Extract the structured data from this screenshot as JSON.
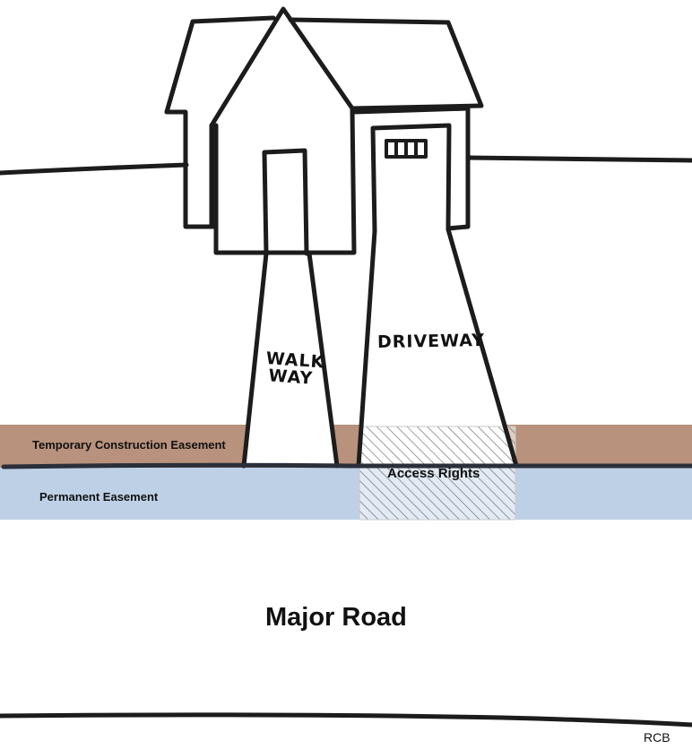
{
  "diagram": {
    "labels": {
      "temporary_easement": "Temporary Construction Easement",
      "permanent_easement": "Permanent Easement",
      "access_rights": "Access Rights",
      "road": "Major Road",
      "walkway_line1": "WALK",
      "walkway_line2": "WAY",
      "driveway": "DRIVEWAY",
      "credit": "RCB"
    },
    "zones": {
      "temporary_easement_color": "#b8927d",
      "permanent_easement_color": "#bed0e6",
      "access_rights_pattern": "diagonal-hatch",
      "line_color": "#1c1c1c"
    }
  }
}
